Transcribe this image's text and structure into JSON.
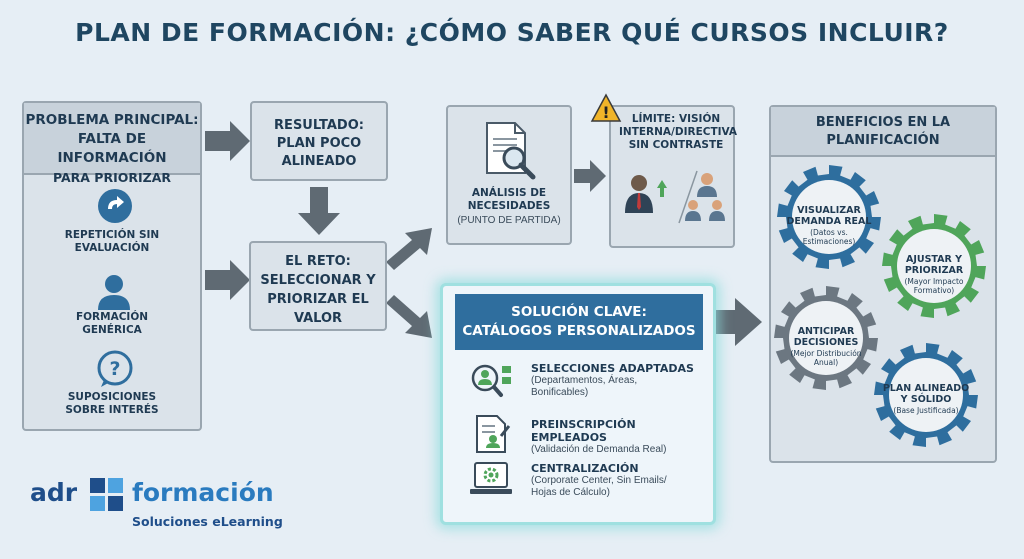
{
  "title": "PLAN DE FORMACIÓN: ¿CÓMO SABER QUÉ CURSOS INCLUIR?",
  "problem": {
    "heading_line1": "PROBLEMA PRINCIPAL:",
    "heading_line2": "FALTA DE INFORMACIÓN",
    "heading_line3": "PARA PRIORIZAR",
    "items": [
      {
        "line1": "REPETICIÓN SIN",
        "line2": "EVALUACIÓN",
        "icon": "repeat-arrow-icon"
      },
      {
        "line1": "FORMACIÓN",
        "line2": "GENÉRICA",
        "icon": "person-icon"
      },
      {
        "line1": "SUPOSICIONES",
        "line2": "SOBRE INTERÉS",
        "icon": "question-bubble-icon"
      }
    ]
  },
  "result": {
    "line1": "RESULTADO:",
    "line2": "PLAN POCO",
    "line3": "ALINEADO"
  },
  "challenge": {
    "line1": "EL RETO:",
    "line2": "SELECCIONAR Y",
    "line3": "PRIORIZAR EL",
    "line4": "VALOR"
  },
  "analysis": {
    "line1": "ANÁLISIS DE",
    "line2": "NECESIDADES",
    "sub": "(PUNTO DE PARTIDA)",
    "icon": "document-magnifier-icon"
  },
  "limit": {
    "line1": "LÍMITE: VISIÓN",
    "line2": "INTERNA/DIRECTIVA",
    "line3": "SIN CONTRASTE",
    "icon": "warning-icon"
  },
  "solution": {
    "heading_line1": "SOLUCIÓN CLAVE:",
    "heading_line2": "CATÁLOGOS PERSONALIZADOS",
    "items": [
      {
        "title": "SELECCIONES ADAPTADAS",
        "desc1": "(Departamentos, Áreas,",
        "desc2": "Bonificables)",
        "icon": "people-search-icon"
      },
      {
        "title": "PREINSCRIPCIÓN EMPLEADOS",
        "desc1": "(Validación de Demanda Real)",
        "desc2": "",
        "icon": "form-user-icon"
      },
      {
        "title": "CENTRALIZACIÓN",
        "desc1": "(Corporate Center, Sin Emails/",
        "desc2": "Hojas de Cálculo)",
        "icon": "laptop-gear-icon"
      }
    ]
  },
  "benefits": {
    "heading_line1": "BENEFICIOS EN LA",
    "heading_line2": "PLANIFICACIÓN",
    "gears": [
      {
        "l1": "VISUALIZAR",
        "l2": "DEMANDA REAL",
        "s1": "(Datos vs.",
        "s2": "Estimaciones)",
        "color": "#2e6e9e"
      },
      {
        "l1": "AJUSTAR Y",
        "l2": "PRIORIZAR",
        "s1": "(Mayor Impacto",
        "s2": "Formativo)",
        "color": "#4fa55a"
      },
      {
        "l1": "ANTICIPAR",
        "l2": "DECISIONES",
        "s1": "(Mejor Distribución",
        "s2": "Anual)",
        "color": "#6c7781"
      },
      {
        "l1": "PLAN ALINEADO",
        "l2": "Y SÓLIDO",
        "s1": "(Base Justificada)",
        "s2": "",
        "color": "#2e6e9e"
      }
    ]
  },
  "logo": {
    "brand1": "adr",
    "brand2": "formación",
    "tagline": "Soluciones eLearning"
  },
  "colors": {
    "primary": "#2f6e9e",
    "green": "#4fa55a",
    "gray": "#6c7781",
    "arrow": "#5f6a73",
    "highlight": "#9fe0e0"
  }
}
